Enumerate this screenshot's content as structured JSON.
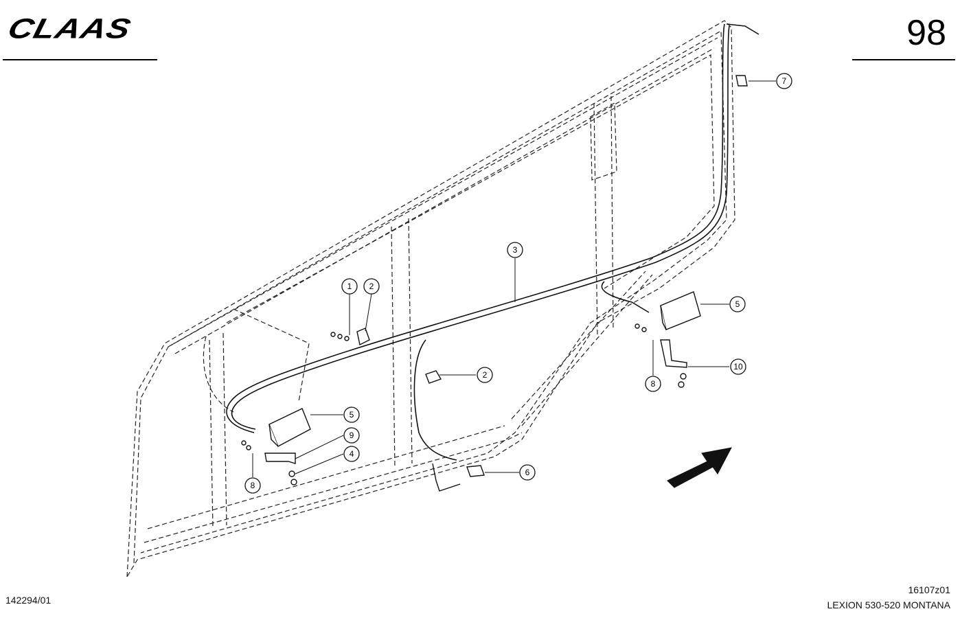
{
  "header": {
    "brand": "CLAAS",
    "page_number": "98"
  },
  "footer": {
    "doc_id": "142294/01",
    "figure_code": "16107z01",
    "model": "LEXION 530-520 MONTANA"
  },
  "callouts": [
    {
      "id": "c1",
      "label": "1"
    },
    {
      "id": "c2a",
      "label": "2"
    },
    {
      "id": "c2b",
      "label": "2"
    },
    {
      "id": "c3",
      "label": "3"
    },
    {
      "id": "c4",
      "label": "4"
    },
    {
      "id": "c5a",
      "label": "5"
    },
    {
      "id": "c5b",
      "label": "5"
    },
    {
      "id": "c6",
      "label": "6"
    },
    {
      "id": "c7",
      "label": "7"
    },
    {
      "id": "c8a",
      "label": "8"
    },
    {
      "id": "c8b",
      "label": "8"
    },
    {
      "id": "c9",
      "label": "9"
    },
    {
      "id": "c10",
      "label": "10"
    }
  ]
}
